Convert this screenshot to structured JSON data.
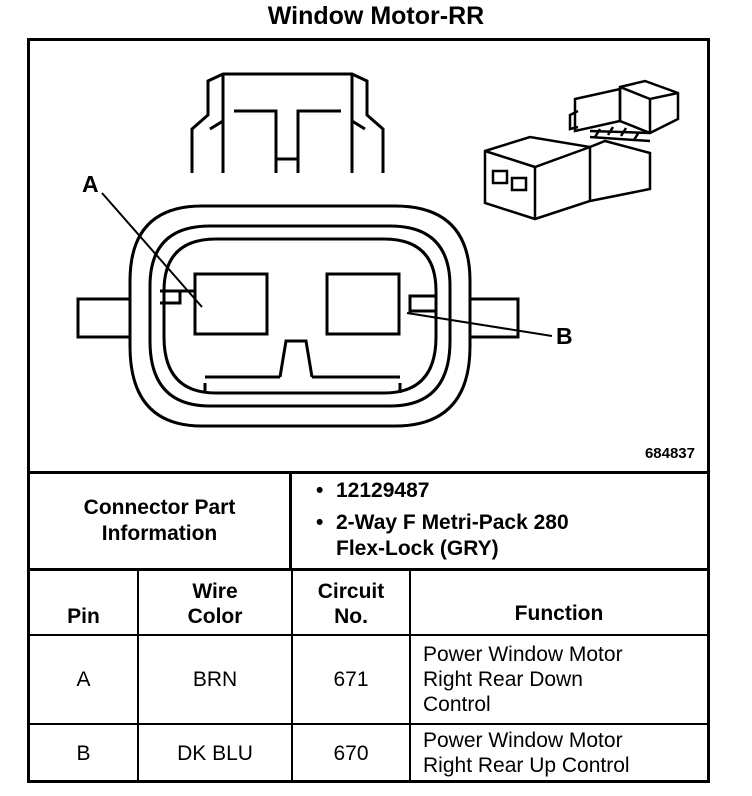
{
  "title": "Window Motor-RR",
  "figure_number": "684837",
  "callouts": {
    "a": "A",
    "b": "B"
  },
  "connector_info": {
    "label": "Connector Part Information",
    "bullet": "•",
    "part_number": "12129487",
    "description_line1": "2-Way F Metri-Pack 280",
    "description_line2": "Flex-Lock (GRY)"
  },
  "table": {
    "headers": {
      "pin": "Pin",
      "wire_color_line1": "Wire",
      "wire_color_line2": "Color",
      "circuit_line1": "Circuit",
      "circuit_line2": "No.",
      "function": "Function"
    },
    "rows": [
      {
        "pin": "A",
        "wire_color": "BRN",
        "circuit": "671",
        "function_line1": "Power Window Motor",
        "function_line2": "Right Rear Down",
        "function_line3": "Control"
      },
      {
        "pin": "B",
        "wire_color": "DK BLU",
        "circuit": "670",
        "function_line1": "Power Window Motor",
        "function_line2": "Right Rear Up Control"
      }
    ]
  }
}
